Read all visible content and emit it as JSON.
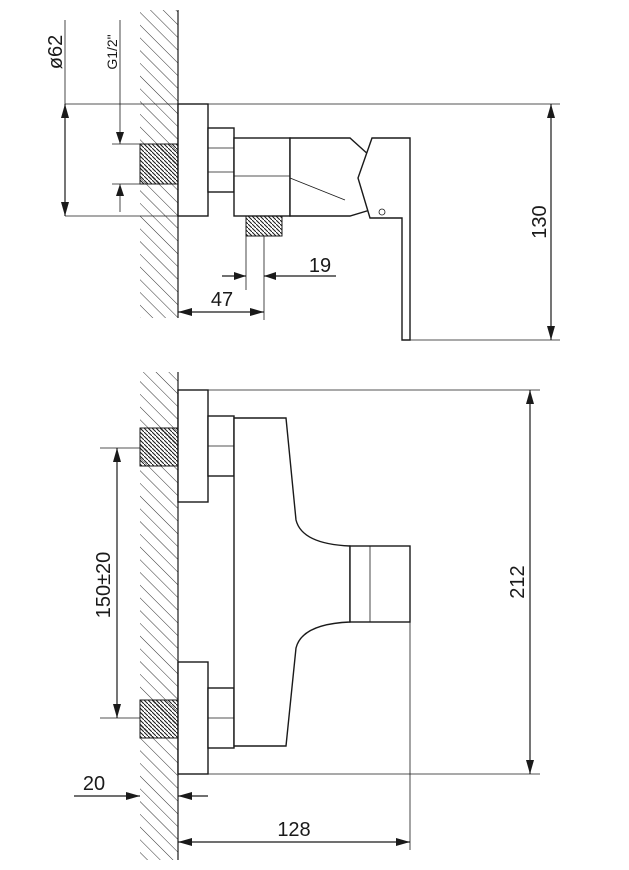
{
  "title": "",
  "colors": {
    "line": "#1a1a1a",
    "background": "#ffffff",
    "hatch": "#333333"
  },
  "side_view": {
    "labels": {
      "diameter": "ø62",
      "thread": "G1/2\"",
      "height": "130",
      "outlet_width": "19",
      "outlet_offset": "47"
    }
  },
  "front_view": {
    "labels": {
      "inlet_spacing": "150±20",
      "total_height": "212",
      "wall_offset": "20",
      "projection": "128"
    }
  }
}
